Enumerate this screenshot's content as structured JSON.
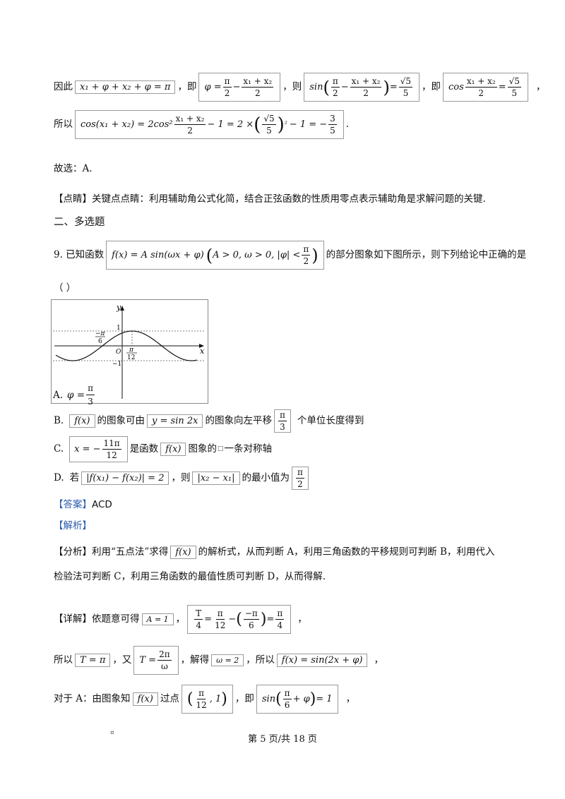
{
  "lines": {
    "l1": {
      "prefix": "因此",
      "eq1": "x₁ + φ + x₂ + φ = π",
      "sep1": "，即",
      "phi_lhs": "φ =",
      "pi": "π",
      "two": "2",
      "minus": "−",
      "x_sum": "x₁ + x₂",
      "sep2": "，则",
      "sin_fn": "sin",
      "equals": "=",
      "sqrt5": "√5",
      "five": "5",
      "sep3": "，即",
      "cos_fn": "cos",
      "end": "，"
    },
    "l2": {
      "prefix": "所以",
      "cos_lhs": "cos(x₁ + x₂) = 2cos²",
      "minus_one": "− 1 = 2 ×",
      "paren_open": "(",
      "paren_close": ")",
      "sq": "²",
      "minus_one_b": "− 1 = −",
      "three": "3",
      "five": "5",
      "end": "."
    },
    "l3": {
      "text": "故选：A."
    },
    "l4": {
      "tag": "【点睛】",
      "text": "关键点点睛：利用辅助角公式化简，结合正弦函数的性质用零点表示辅助角是求解问题的关键."
    },
    "l5": {
      "text": "二、多选题"
    },
    "l6": {
      "prefix": "9. 已知函数",
      "func": "f(x) = A sin(ωx + φ)",
      "cond": "A > 0, ω > 0, |φ| <",
      "pi": "π",
      "two": "2",
      "suffix": "的部分图象如下图所示，则下列给论中正确的是"
    },
    "l7": {
      "text": "（      ）"
    },
    "optA": {
      "label": "A.",
      "lhs": "φ =",
      "pi": "π",
      "three": "3"
    },
    "optB": {
      "label": "B.",
      "fx": "f(x)",
      "t1": "的图象可由",
      "y": "y = sin 2x",
      "t2": "的图象向左平移",
      "pi": "π",
      "three": "3",
      "t3": "个单位长度得到"
    },
    "optC": {
      "label": "C.",
      "lhs": "x = −",
      "num": "11π",
      "den": "12",
      "t1": "是函数",
      "fx": "f(x)",
      "t2": "图象的",
      "t3": "一条对称轴"
    },
    "optD": {
      "label": "D.",
      "t1": "若",
      "cond": "|f(x₁) − f(x₂)| = 2",
      "t2": "，则",
      "diff": "|x₂ − x₁|",
      "t3": "的最小值为",
      "pi": "π",
      "two": "2"
    },
    "answer": {
      "tag": "【答案】",
      "text": "ACD"
    },
    "analysis": {
      "tag": "【解析】"
    },
    "fenxi": {
      "tag": "【分析】",
      "t1": "利用“五点法”求得",
      "fx": "f(x)",
      "t2": "的解析式，从而判断 A，利用三角函数的平移规则可判断 B，利用代入",
      "t3": "检验法可判断 C，利用三角函数的最值性质可判断 D，从而得解."
    },
    "xiangjie": {
      "tag": "【详解】",
      "t1": "依题意可得",
      "a1": "A = 1",
      "sep": "，",
      "t4": "T",
      "four": "4",
      "eq": "=",
      "pi": "π",
      "twelve": "12",
      "minus": "−",
      "neg_pi": "−π",
      "six": "6",
      "end": "，"
    },
    "line_T": {
      "prefix": "所以",
      "t_eq": "T = π",
      "t2": "，又",
      "t_lhs": "T =",
      "two_pi": "2π",
      "omega": "ω",
      "t3": "，解得",
      "w": "ω = 2",
      "t4": "，所以",
      "fx": "f(x) = sin(2x + φ)",
      "end": "，"
    },
    "line_A": {
      "prefix": "对于 A：由图象知",
      "fx": "f(x)",
      "t1": "过点",
      "pi": "π",
      "twelve": "12",
      "pt_close": ", 1",
      "t2": "，即",
      "sin": "sin",
      "plus_phi": "+ φ",
      "eq_one": "= 1",
      "end": "，"
    }
  },
  "graph": {
    "y_label": "y",
    "x_label": "x",
    "origin": "O",
    "one": "1",
    "neg_one": "−1",
    "neg_pi_num": "−π",
    "pi_num": "π",
    "six": "6",
    "twelve": "12"
  },
  "footer": {
    "text": "第 5 页/共 18 页",
    "mark": "¤"
  },
  "colors": {
    "blue_tag": "#2a5db0",
    "box_border": "#9a9a9a",
    "text": "#111111"
  }
}
